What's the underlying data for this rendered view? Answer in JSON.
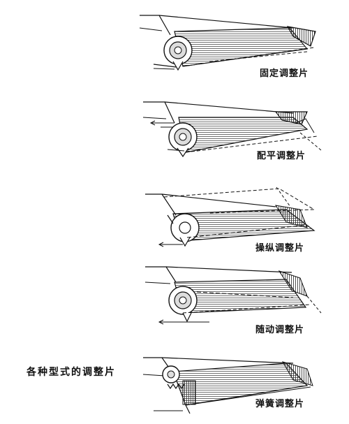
{
  "caption": "各种型式的调整片",
  "labels": [
    "固定调整片",
    "配平调整片",
    "操纵调整片",
    "随动调整片",
    "弹簧调整片"
  ],
  "colors": {
    "ink": "#111111",
    "hatch": "#444444",
    "paper": "#ffffff"
  }
}
